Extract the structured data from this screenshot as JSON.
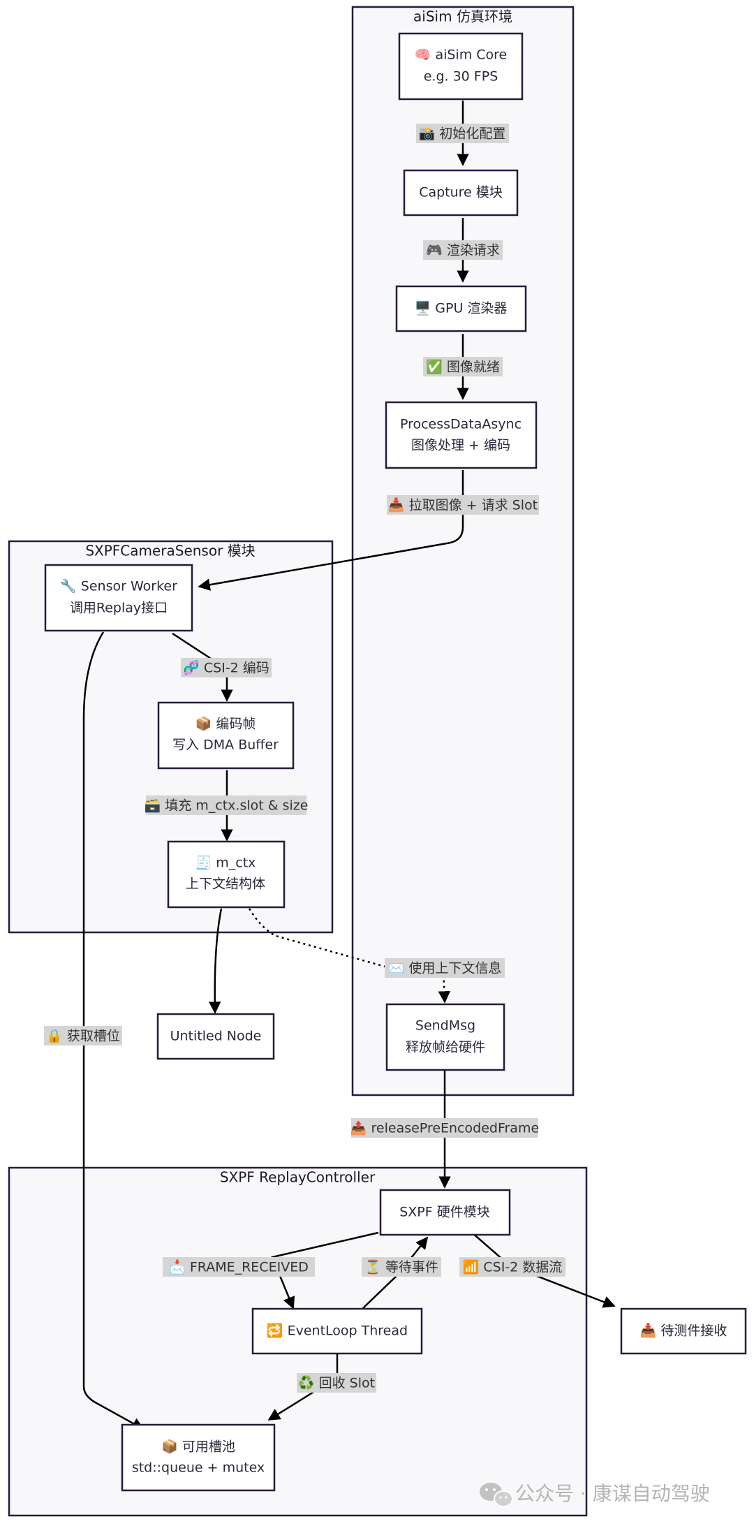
{
  "clusters": {
    "aisim": "aiSim 仿真环境",
    "sxpf_camera": "SXPFCameraSensor 模块",
    "replay": "SXPF ReplayController"
  },
  "nodes": {
    "aisim_core": [
      "🧠 aiSim Core",
      "e.g. 30 FPS"
    ],
    "capture": [
      "Capture 模块"
    ],
    "gpu": [
      "🖥️ GPU 渲染器"
    ],
    "process": [
      "ProcessDataAsync",
      "图像处理 + 编码"
    ],
    "sensor_worker": [
      "🔧 Sensor Worker",
      "调用Replay接口"
    ],
    "encoded_frame": [
      "📦 编码帧",
      "写入 DMA Buffer"
    ],
    "m_ctx": [
      "🧾 m_ctx",
      "上下文结构体"
    ],
    "untitled": [
      "Untitled Node"
    ],
    "sendmsg": [
      "SendMsg",
      "释放帧给硬件"
    ],
    "sxpf_hw": [
      "SXPF 硬件模块"
    ],
    "eventloop": [
      "🔁 EventLoop Thread"
    ],
    "slot_pool": [
      "📦 可用槽池",
      "std::queue + mutex"
    ],
    "dut": [
      "📥 待测件接收"
    ]
  },
  "edges": {
    "init_config": "📸 初始化配置",
    "render_req": "🎮 渲染请求",
    "image_ready": "✅ 图像就绪",
    "pull_image": "📥 拉取图像 + 请求 Slot",
    "csi2_encode": "🧬 CSI-2 编码",
    "fill_ctx": "🗃️ 填充 m_ctx.slot & size",
    "use_ctx": "✉️ 使用上下文信息",
    "acquire_slot": "🔒 获取槽位",
    "release_frame": "📤 releasePreEncodedFrame",
    "frame_received": "📩 FRAME_RECEIVED",
    "wait_event": "⏳ 等待事件",
    "csi2_stream": "📶 CSI-2 数据流",
    "recycle_slot": "♻️ 回收 Slot"
  },
  "watermark": "公众号 · 康谋自动驾驶"
}
